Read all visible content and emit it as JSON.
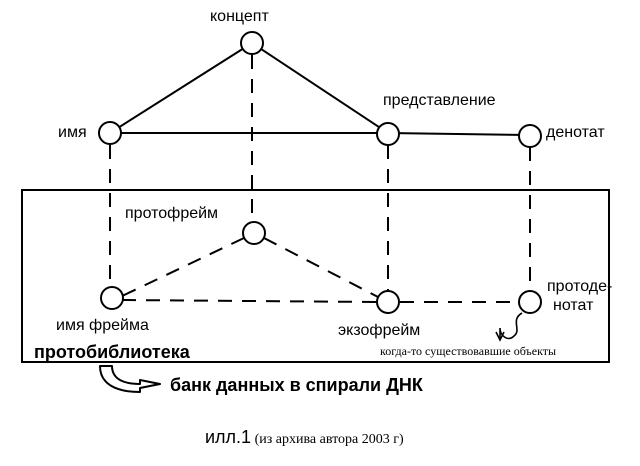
{
  "diagram": {
    "nodes": {
      "concept": "концепт",
      "name": "имя",
      "representation": "представление",
      "denotat": "денотат",
      "protoframe": "протофрейм",
      "frame_name": "имя фрейма",
      "exoframe": "экзофрейм",
      "protodenotat_line1": "протоде-",
      "protodenotat_line2": "нотат"
    },
    "protolibrary": "протобиблиотека",
    "dna_bank": "банк данных в спирали ДНК",
    "once_existing_objects": "когда-то существовавшие объекты"
  },
  "caption": {
    "main": "илл.1",
    "note": "(из архива автора 2003 г)"
  },
  "style": {
    "line_color": "#000000",
    "background": "#ffffff"
  }
}
